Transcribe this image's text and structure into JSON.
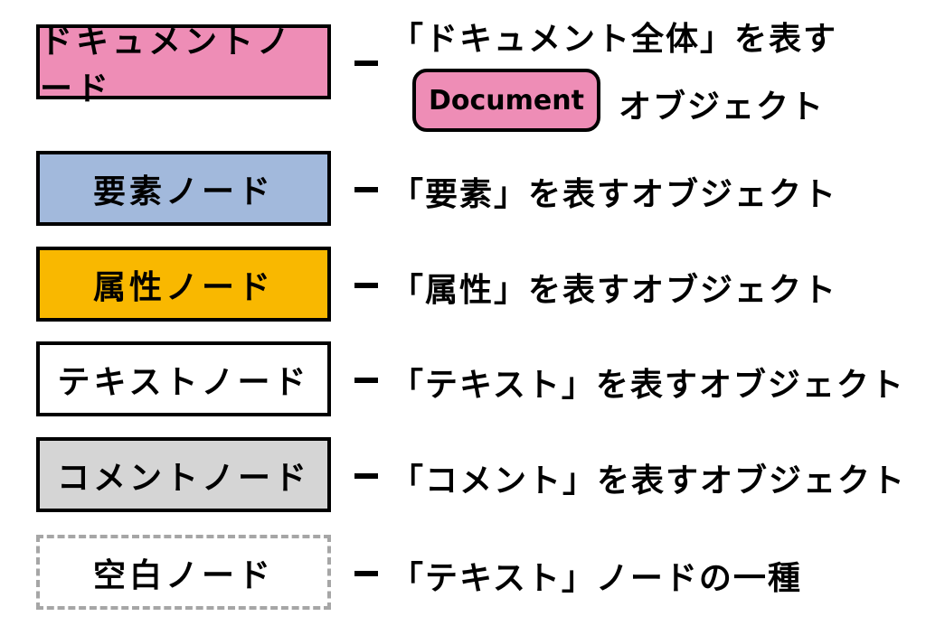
{
  "rows": [
    {
      "label": "ドキュメントノード",
      "color": "#ee8db6",
      "description": "「ドキュメント全体」を表す",
      "badge": "Document",
      "badge_color": "#ee8db6",
      "suffix": "オブジェクト"
    },
    {
      "label": "要素ノード",
      "color": "#a2b9dc",
      "description": "「要素」を表すオブジェクト"
    },
    {
      "label": "属性ノード",
      "color": "#f9b800",
      "description": "「属性」を表すオブジェクト"
    },
    {
      "label": "テキストノード",
      "color": "#ffffff",
      "description": "「テキスト」を表すオブジェクト"
    },
    {
      "label": "コメントノード",
      "color": "#d5d5d5",
      "description": "「コメント」を表すオブジェクト"
    },
    {
      "label": "空白ノード",
      "color": "#ffffff",
      "border_style": "dashed",
      "description": "「テキスト」ノードの一種"
    }
  ]
}
